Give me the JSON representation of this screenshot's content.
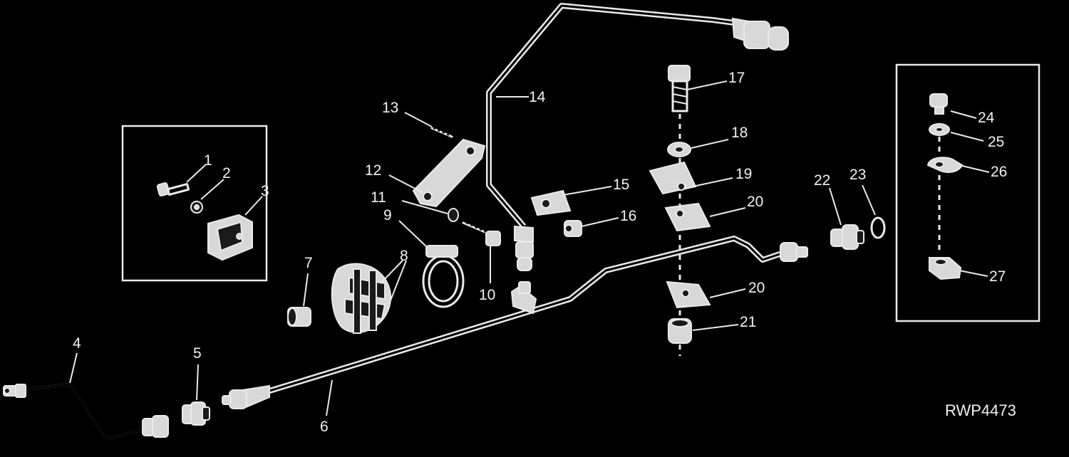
{
  "figure": {
    "reference_code": "RWP4473"
  },
  "callouts": [
    {
      "id": "1",
      "label": "1"
    },
    {
      "id": "2",
      "label": "2"
    },
    {
      "id": "3",
      "label": "3"
    },
    {
      "id": "4",
      "label": "4"
    },
    {
      "id": "5",
      "label": "5"
    },
    {
      "id": "6",
      "label": "6"
    },
    {
      "id": "7",
      "label": "7"
    },
    {
      "id": "8",
      "label": "8"
    },
    {
      "id": "9",
      "label": "9"
    },
    {
      "id": "10",
      "label": "10"
    },
    {
      "id": "11",
      "label": "11"
    },
    {
      "id": "12",
      "label": "12"
    },
    {
      "id": "13",
      "label": "13"
    },
    {
      "id": "14",
      "label": "14"
    },
    {
      "id": "15",
      "label": "15"
    },
    {
      "id": "16",
      "label": "16"
    },
    {
      "id": "17",
      "label": "17"
    },
    {
      "id": "18",
      "label": "18"
    },
    {
      "id": "19",
      "label": "19"
    },
    {
      "id": "20a",
      "label": "20"
    },
    {
      "id": "20b",
      "label": "20"
    },
    {
      "id": "21",
      "label": "21"
    },
    {
      "id": "22",
      "label": "22"
    },
    {
      "id": "23",
      "label": "23"
    },
    {
      "id": "24",
      "label": "24"
    },
    {
      "id": "25",
      "label": "25"
    },
    {
      "id": "26",
      "label": "26"
    },
    {
      "id": "27",
      "label": "27"
    }
  ],
  "colors": {
    "background": "#000000",
    "linework": "#eaeaea"
  }
}
